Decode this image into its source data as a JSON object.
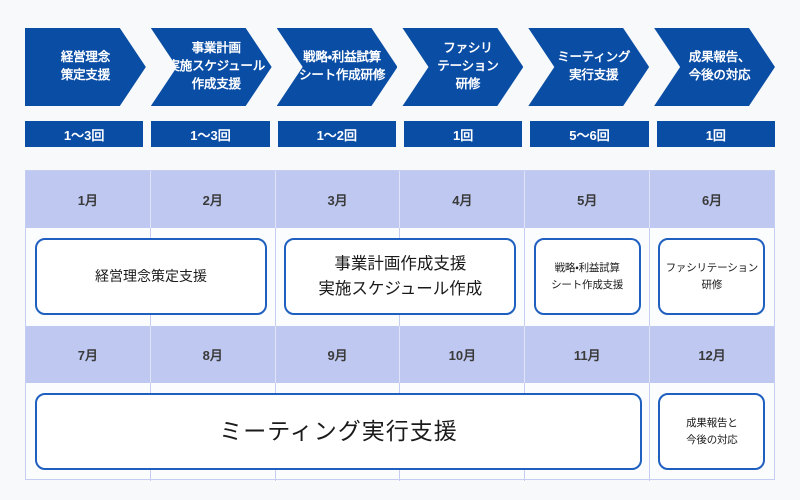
{
  "process": {
    "steps": [
      {
        "label": "経営理念\n策定支援",
        "count": "1〜3回"
      },
      {
        "label": "事業計画\n実施スケジュール\n作成支援",
        "count": "1〜3回"
      },
      {
        "label": "戦略・利益試算\nシート作成研修",
        "count": "1〜2回"
      },
      {
        "label": "ファシリ\nテーション\n研修",
        "count": "1回"
      },
      {
        "label": "ミーティング\n実行支援",
        "count": "5〜6回"
      },
      {
        "label": "成果報告、\n今後の対応",
        "count": "1回"
      }
    ]
  },
  "calendar": {
    "rows": [
      {
        "months": [
          "1月",
          "2月",
          "3月",
          "4月",
          "5月",
          "6月"
        ],
        "tasks": [
          {
            "label": "経営理念策定支援",
            "start": 0,
            "span": 2,
            "size": "md"
          },
          {
            "label": "事業計画作成支援\n実施スケジュール作成",
            "start": 2,
            "span": 2,
            "size": "lg"
          },
          {
            "label": "戦略・利益試算\nシート作成支援",
            "start": 4,
            "span": 1,
            "size": "sm"
          },
          {
            "label": "ファシリテーション\n研修",
            "start": 5,
            "span": 1,
            "size": "sm"
          }
        ]
      },
      {
        "months": [
          "7月",
          "8月",
          "9月",
          "10月",
          "11月",
          "12月"
        ],
        "tasks": [
          {
            "label": "ミーティング実行支援",
            "start": 0,
            "span": 5,
            "size": "xl"
          },
          {
            "label": "成果報告と\n今後の対応",
            "start": 5,
            "span": 1,
            "size": "sm"
          }
        ]
      }
    ]
  },
  "colors": {
    "chevron_blue": "#0a4da5",
    "header_lavender": "#bfc8f0",
    "box_border_blue": "#1f5fbf",
    "page_background": "#f7f9fb"
  }
}
